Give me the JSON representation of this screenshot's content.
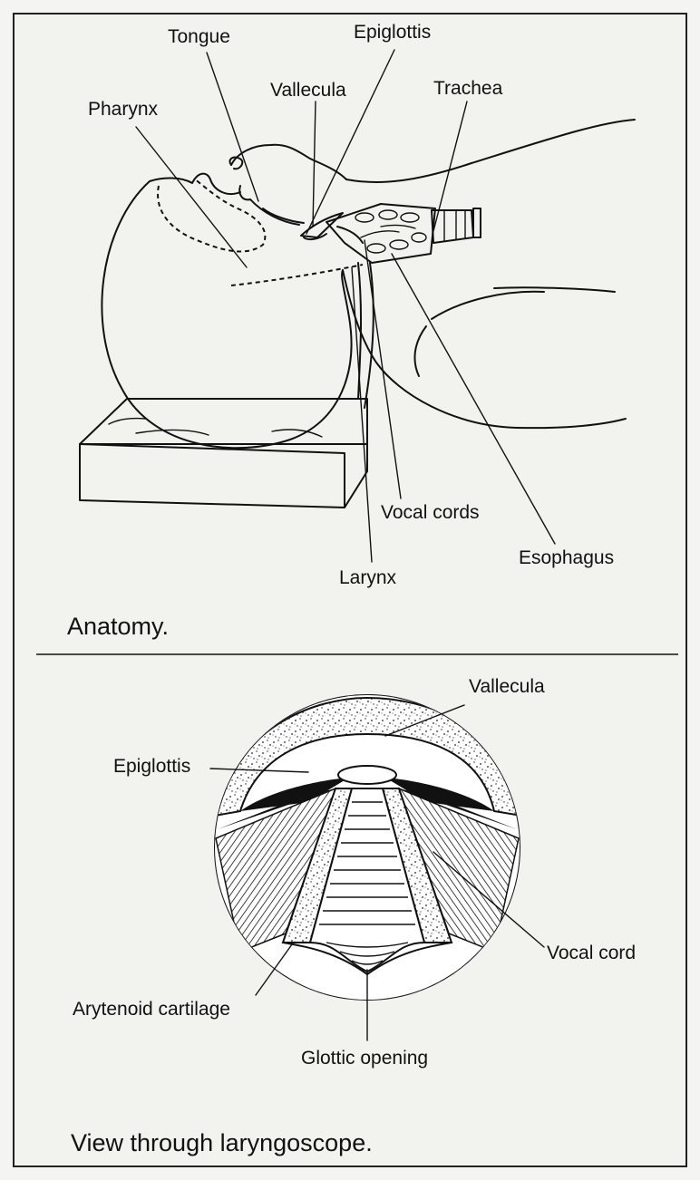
{
  "panel_top": {
    "caption": "Anatomy.",
    "labels": {
      "tongue": "Tongue",
      "epiglottis": "Epiglottis",
      "vallecula": "Vallecula",
      "trachea": "Trachea",
      "pharynx": "Pharynx",
      "vocal_cords": "Vocal cords",
      "esophagus": "Esophagus",
      "larynx": "Larynx"
    }
  },
  "panel_bottom": {
    "caption": "View through laryngoscope.",
    "labels": {
      "vallecula": "Vallecula",
      "epiglottis": "Epiglottis",
      "vocal_cord": "Vocal cord",
      "arytenoid_cartilage": "Arytenoid cartilage",
      "glottic_opening": "Glottic opening"
    }
  }
}
